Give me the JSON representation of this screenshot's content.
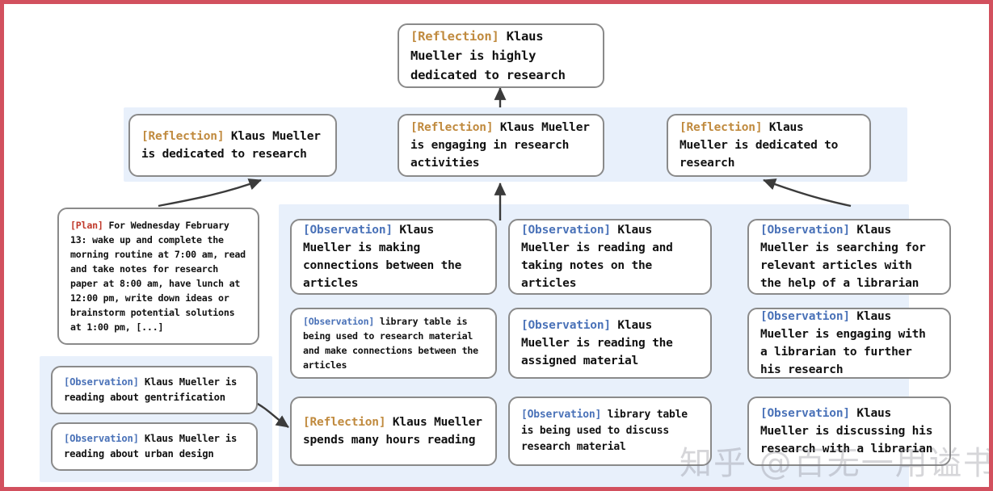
{
  "figure": {
    "border_color": "#d2505e",
    "panel_color": "#e8f0fb",
    "node_border_color": "#8a8a8a",
    "tag_colors": {
      "reflection": "#c08a3e",
      "observation": "#4a72b8",
      "plan": "#c0392b"
    }
  },
  "watermark": {
    "text": "知乎 @百无一用谥书生"
  },
  "nodes": {
    "top_reflection": {
      "tag": "[Reflection]",
      "text": " Klaus Mueller is highly dedicated to research"
    },
    "mid_reflection_left": {
      "tag": "[Reflection]",
      "text": " Klaus Mueller is dedicated to research"
    },
    "mid_reflection_center": {
      "tag": "[Reflection]",
      "text": " Klaus Mueller is engaging in research activities"
    },
    "mid_reflection_right": {
      "tag": "[Reflection]",
      "text": " Klaus Mueller is dedicated to research"
    },
    "plan": {
      "tag": "[Plan]",
      "text": " For Wednesday February 13: wake up and complete the morning routine at 7:00 am, read and take notes for research paper at 8:00 am, have lunch at 12:00 pm, write down ideas or brainstorm potential solutions at 1:00 pm, [...]"
    },
    "obs_bottomleft_1": {
      "tag": "[Observation]",
      "text": " Klaus Mueller is reading about gentrification"
    },
    "obs_bottomleft_2": {
      "tag": "[Observation]",
      "text": " Klaus Mueller is reading about urban design"
    },
    "col1_1": {
      "tag": "[Observation]",
      "text": " Klaus Mueller is making connections between the articles"
    },
    "col1_2": {
      "tag": "[Observation]",
      "text": " library table is being used to research material and make connections between the articles"
    },
    "col1_3": {
      "tag": "[Reflection]",
      "text": " Klaus Mueller spends many hours reading"
    },
    "col2_1": {
      "tag": "[Observation]",
      "text": " Klaus Mueller is reading and taking notes on the articles"
    },
    "col2_2": {
      "tag": "[Observation]",
      "text": " Klaus Mueller is reading the assigned material"
    },
    "col2_3": {
      "tag": "[Observation]",
      "text": " library table is being used to discuss research material"
    },
    "col3_1": {
      "tag": "[Observation]",
      "text": " Klaus Mueller is searching for relevant articles with the help of a librarian"
    },
    "col3_2": {
      "tag": "[Observation]",
      "text": " Klaus Mueller is engaging with a librarian to further his research"
    },
    "col3_3": {
      "tag": "[Observation]",
      "text": " Klaus Mueller is discussing his research with a librarian"
    }
  }
}
